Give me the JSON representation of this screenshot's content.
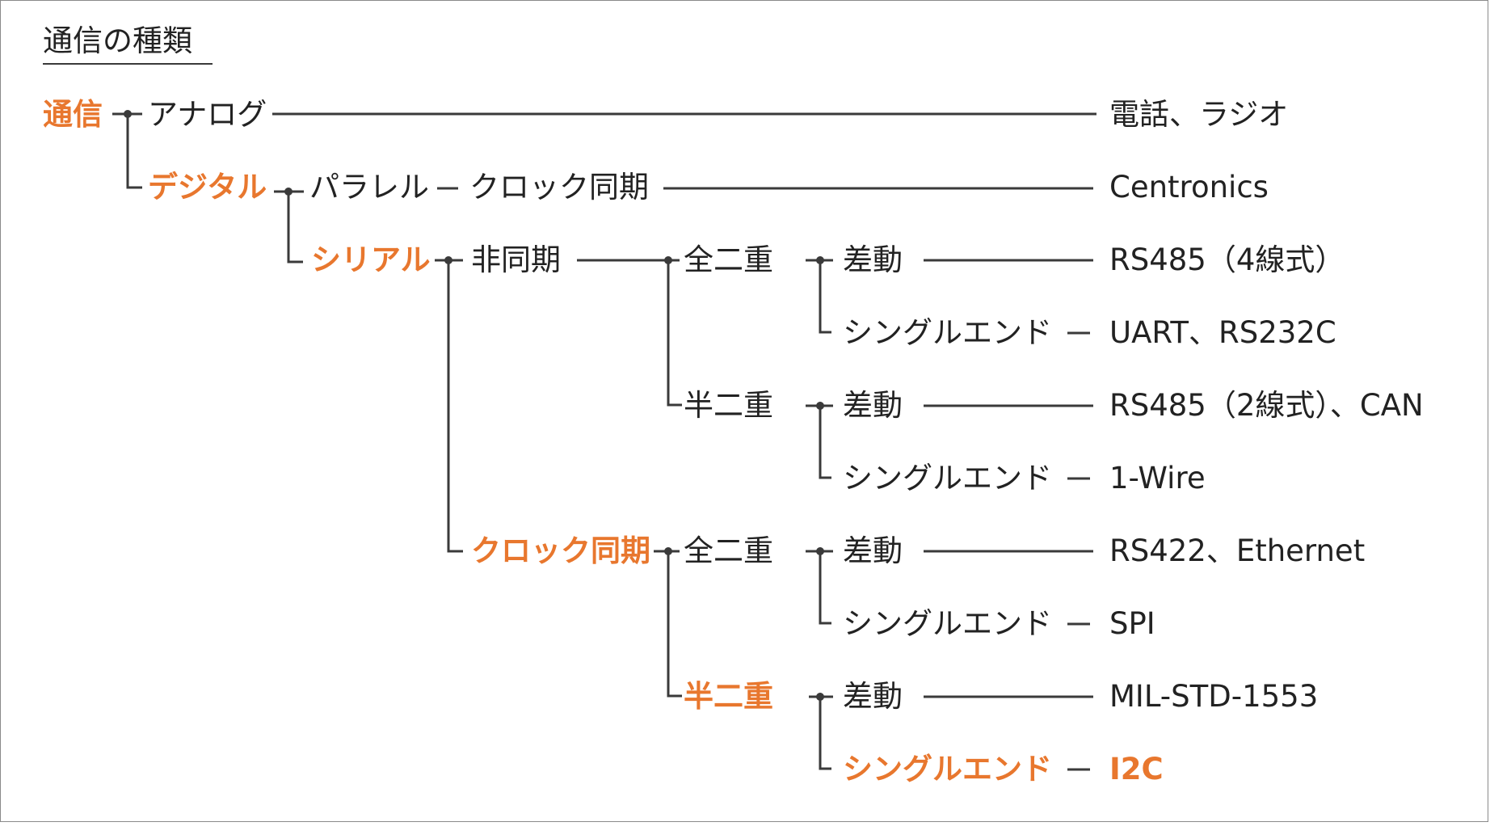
{
  "title": "通信の種類",
  "colors": {
    "highlight": "#e8772e",
    "text": "#222222",
    "line": "#3a3a3a",
    "border": "#8a8a8a"
  },
  "nodes": {
    "communication": "通信",
    "analog": "アナログ",
    "digital": "デジタル",
    "parallel": "パラレル",
    "serial": "シリアル",
    "clock_sync": "クロック同期",
    "async": "非同期",
    "full_duplex": "全二重",
    "half_duplex": "半二重",
    "differential": "差動",
    "single_ended": "シングルエンド"
  },
  "examples": {
    "analog": "電話、ラジオ",
    "parallel_clock": "Centronics",
    "async_full_diff": "RS485（4線式）",
    "async_full_single": "UART、RS232C",
    "async_half_diff": "RS485（2線式）、CAN",
    "async_half_single": "1-Wire",
    "sync_full_diff": "RS422、Ethernet",
    "sync_full_single": "SPI",
    "sync_half_diff": "MIL-STD-1553",
    "sync_half_single": "I2C"
  }
}
